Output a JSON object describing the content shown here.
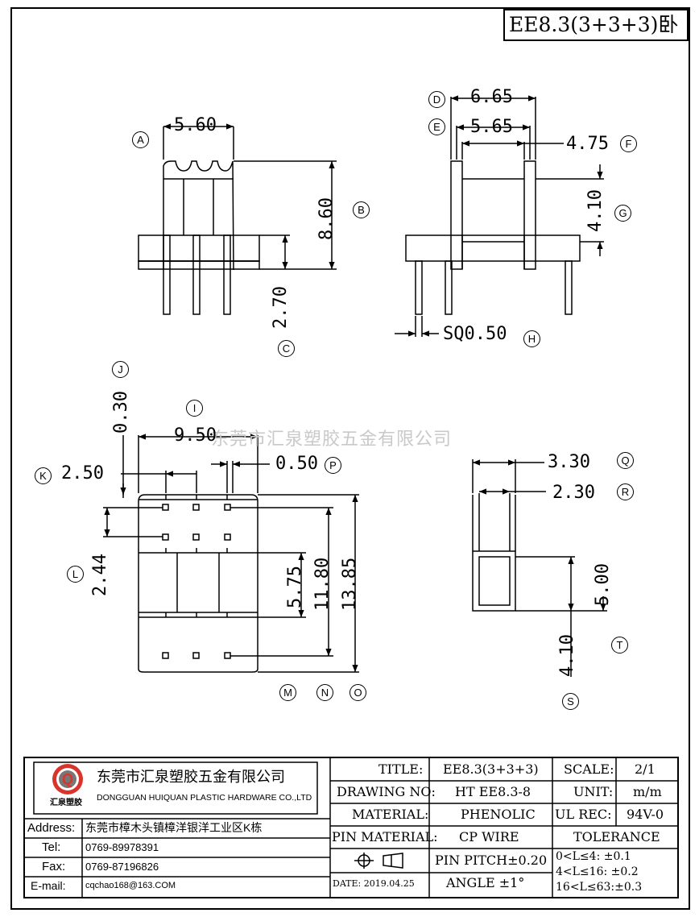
{
  "title_box": "EE8.3(3+3+3)卧",
  "watermark": "东莞市汇泉塑胶五金有限公司",
  "dims": {
    "a_width": "5.60",
    "b_height": "8.60",
    "c_pin": "2.70",
    "d_width": "6.65",
    "e_width": "5.65",
    "f_width": "4.75",
    "g_height": "4.10",
    "h_pin": "SQ0.50",
    "i_width": "9.50",
    "j_gap": "0.30",
    "k_width": "2.50",
    "p_width": "0.50",
    "l_height": "2.44",
    "m_height": "5.75",
    "n_height": "11.80",
    "o_height": "13.85",
    "q_width": "3.30",
    "r_width": "2.30",
    "t_height": "5.00",
    "s_height": "4.10"
  },
  "markers": {
    "a": "A",
    "b": "B",
    "c": "C",
    "d": "D",
    "e": "E",
    "f": "F",
    "g": "G",
    "h": "H",
    "i": "I",
    "j": "J",
    "k": "K",
    "l": "L",
    "m": "M",
    "n": "N",
    "o": "O",
    "p": "P",
    "q": "Q",
    "r": "R",
    "s": "S",
    "t": "T"
  },
  "company": {
    "logo_letter": "Q",
    "logo_caption": "汇泉塑胶",
    "name_cn": "东莞市汇泉塑胶五金有限公司",
    "name_en": "DONGGUAN HUIQUAN PLASTIC HARDWARE CO.,LTD"
  },
  "contact": {
    "address_label": "Address:",
    "address": "东莞市樟木头镇樟洋银洋工业区K栋",
    "tel_label": "Tel:",
    "tel": "0769-89978391",
    "fax_label": "Fax:",
    "fax": "0769-87196826",
    "email_label": "E-mail:",
    "email": "cqchao168@163.COM"
  },
  "info": {
    "title_label": "TITLE:",
    "title": "EE8.3(3+3+3)",
    "drawing_no_label": "DRAWING NO:",
    "drawing_no": "HT EE8.3-8",
    "material_label": "MATERIAL:",
    "material": "PHENOLIC",
    "pin_material_label": "PIN MATERIAL:",
    "pin_material": "CP WIRE",
    "pin_pitch": "PIN PITCH±0.20",
    "angle": "ANGLE  ±1°",
    "date": "DATE: 2019.04.25",
    "scale_label": "SCALE:",
    "scale": "2/1",
    "unit_label": "UNIT:",
    "unit": "m/m",
    "ul_label": "UL REC:",
    "ul": "94V-0",
    "tolerance_label": "TOLERANCE",
    "tol1": "0<L≤4:  ±0.1",
    "tol2": "4<L≤16: ±0.2",
    "tol3": "16<L≤63:±0.3"
  }
}
